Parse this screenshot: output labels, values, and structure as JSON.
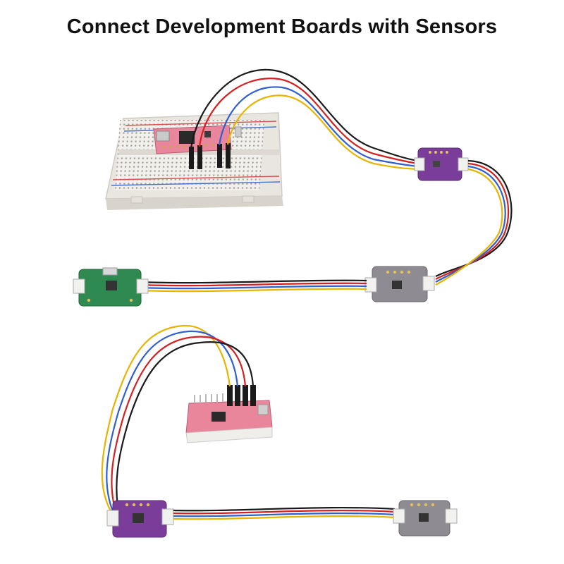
{
  "title": "Connect Development Boards with Sensors",
  "colors": {
    "background": "#ffffff",
    "title_text": "#111111",
    "wire_black": "#1a1a1a",
    "wire_red": "#d62020",
    "wire_yellow": "#e8b400",
    "wire_blue": "#2f5fd0",
    "board_pink": "#e9869c",
    "board_purple": "#7a3d9a",
    "board_green": "#2f8a52",
    "board_gray": "#8e8c92",
    "breadboard": "#f2f0ec"
  },
  "icons": [
    "breadboard-graphic",
    "dev-board-top-graphic",
    "sensor-purple-top-graphic",
    "sensor-green-graphic",
    "sensor-gray-graphic",
    "dev-board-bottom-graphic",
    "sensor-purple-bottom-graphic",
    "sensor-gray-bottom-graphic",
    "qwiic-cable-graphic"
  ]
}
